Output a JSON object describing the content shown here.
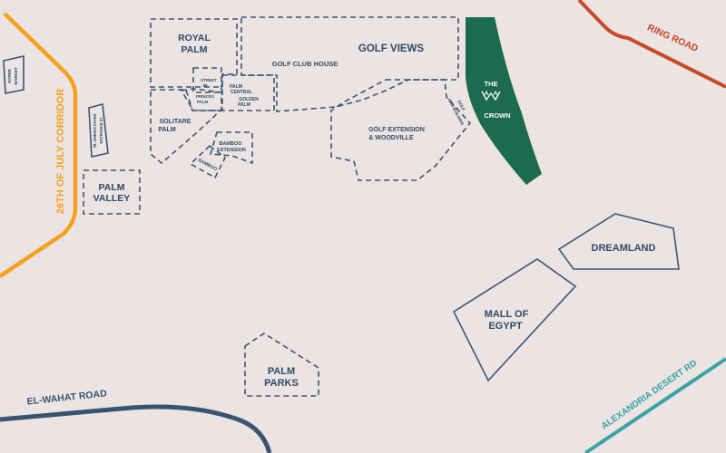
{
  "colors": {
    "background": "#ebe4e2",
    "boundary": "#3c5573",
    "label": "#2f4a66",
    "crown_fill": "#1c6b4f",
    "crown_text": "#ffffff",
    "corridor": "#f5a020",
    "ring_road": "#c8482a",
    "el_wahat": "#3a5370",
    "alexandria": "#3aa3a3"
  },
  "roads": {
    "corridor": "26TH OF JULY CORRIDOR",
    "ring": "RING ROAD",
    "el_wahat": "EL-WAHAT ROAD",
    "alexandria": "ALEXANDRIA DESERT RD"
  },
  "zones": {
    "royal_palm": [
      "ROYAL",
      "PALM"
    ],
    "golf_views": "GOLF VIEWS",
    "golf_club_house": "GOLF CLUB HOUSE",
    "the_crown": [
      "THE",
      "CROWN"
    ],
    "crown_icon": "crown-logo-icon",
    "golf_extension": [
      "GOLF EXTENSION",
      "& WOODVILLE"
    ],
    "golf_adm_building": [
      "GOLF",
      "ADM BUILDING"
    ],
    "street_88": [
      "STREET",
      "88"
    ],
    "princes_palm": [
      "PRINCES",
      "PALM"
    ],
    "palm_central": [
      "PALM",
      "CENTRAL"
    ],
    "golden_palm": [
      "GOLDEN",
      "PALM"
    ],
    "solitaire_palm": [
      "SOLITARE",
      "PALM"
    ],
    "bamboo_extension": [
      "BAMBOO",
      "EXTENSION"
    ],
    "bamboo": "BAMBOO",
    "palm_valley": [
      "PALM",
      "VALLEY"
    ],
    "hyper_market": [
      "HYPER",
      "MARKET"
    ],
    "el_sheikh_zayed": [
      "EL SHEIKH ZAYED",
      "ENTRANCE 01"
    ],
    "dreamland": "DREAMLAND",
    "mall_of_egypt": [
      "MALL OF",
      "EGYPT"
    ],
    "palm_parks": [
      "PALM",
      "PARKS"
    ]
  }
}
